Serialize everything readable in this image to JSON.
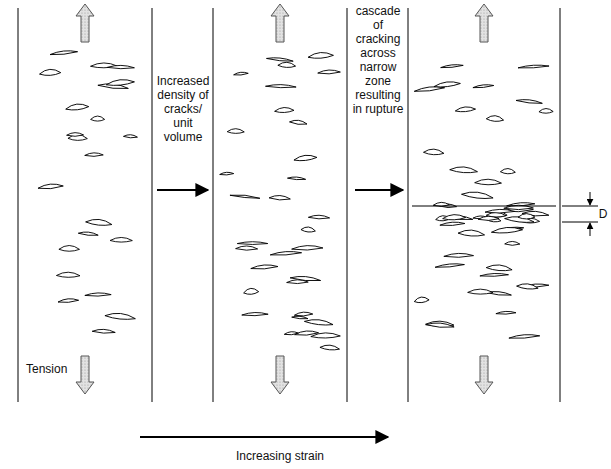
{
  "diagram": {
    "labels": [
      "Increased density of cracks/ unit volume",
      "cascade of cracking across narrow zone resulting in rupture",
      "D",
      "Tension",
      "Increasing strain"
    ]
  }
}
